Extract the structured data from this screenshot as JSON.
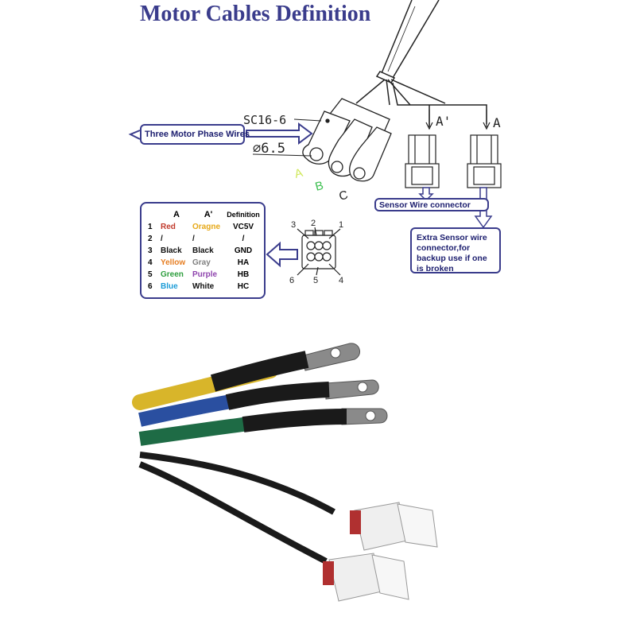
{
  "title": "Motor Cables Definition",
  "drawing": {
    "sc_label": "SC16-6",
    "dia_label": "⌀6.5",
    "phase_letters": [
      "A",
      "B",
      "C"
    ],
    "sensor_a_prime": "A'",
    "sensor_a": "A",
    "pin_numbers_top": [
      "3",
      "2",
      "1"
    ],
    "pin_numbers_bottom": [
      "6",
      "5",
      "4"
    ]
  },
  "callouts": {
    "phase": "Three Motor Phase Wires",
    "sensor": "Sensor Wire connector",
    "extra": "Extra Sensor wire connector,for backup use if one is broken"
  },
  "pin_table": {
    "headers": [
      "",
      "A",
      "A'",
      "Definition"
    ],
    "rows": [
      {
        "pin": "1",
        "a": "Red",
        "a_prime": "Oragne",
        "def": "VC5V"
      },
      {
        "pin": "2",
        "a": "/",
        "a_prime": "/",
        "def": "/"
      },
      {
        "pin": "3",
        "a": "Black",
        "a_prime": "Black",
        "def": "GND"
      },
      {
        "pin": "4",
        "a": "Yellow",
        "a_prime": "Gray",
        "def": "HA"
      },
      {
        "pin": "5",
        "a": "Green",
        "a_prime": "Purple",
        "def": "HB"
      },
      {
        "pin": "6",
        "a": "Blue",
        "a_prime": "White",
        "def": "HC"
      }
    ]
  },
  "colors": {
    "accent": "#3a3c8c",
    "red": "#c0392b",
    "orange": "#e6a817",
    "black": "#111111",
    "yellow": "#e67e22",
    "gray": "#7f7f7f",
    "green": "#2e9e3e",
    "purple": "#8e44ad",
    "blue": "#1a9bd7",
    "white": "#111111",
    "wire_yellow": "#d8b52a",
    "wire_blue": "#2a4fa0",
    "wire_green": "#1e6b45"
  }
}
